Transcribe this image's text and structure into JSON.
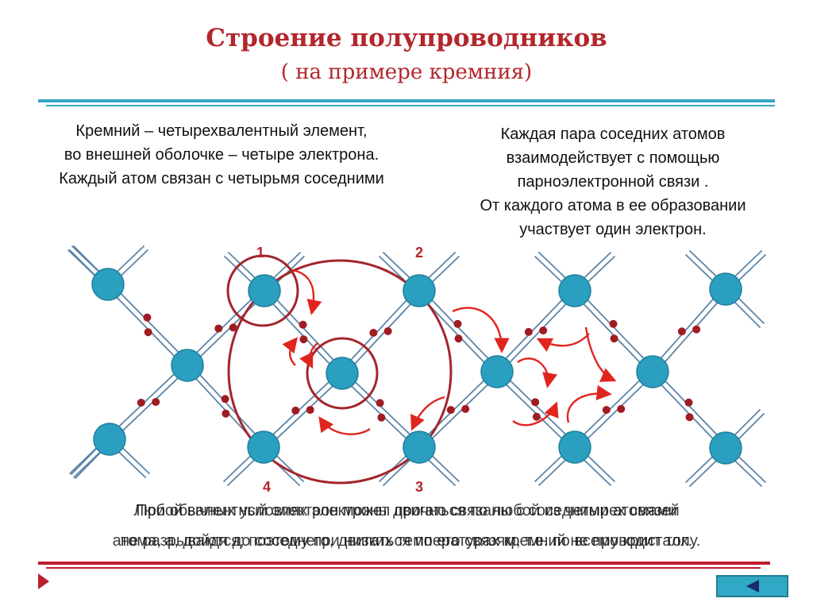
{
  "slide": {
    "title": "Строение полупроводников",
    "subtitle": "( на примере кремния)",
    "left_text": "Кремний – четырехвалентный элемент,\nво внешней оболочке – четыре  электрона.\nКаждый атом связан с четырьмя соседними",
    "right_text": "Каждая пара соседних атомов\nвзаимодействует  с помощью\nпарноэлектронной связи .\nОт каждого атома  в ее образовании\nучаствует  один электрон.",
    "bottom_line_1a": "Любой валентный электрон может двигаться по любой из четырех связей",
    "bottom_line_1b": "При обычных условиях электроны прочно связаны с соседними атомами",
    "bottom_line_2a": "атома, а, дойдя до соседнего, двигаться по его связям, т.е. по всему кристаллу.",
    "bottom_line_2b": "не разрываются; поэтому при низких температурах кремний не проводит ток.",
    "labels": {
      "n1": "1",
      "n2": "2",
      "n3": "3",
      "n4": "4"
    },
    "nav_icon": "back-arrow-icon",
    "colors": {
      "title": "#b3262c",
      "atom": "#2b9fbf",
      "electron": "#a01c24",
      "circle": "#a3262c",
      "arrow": "#e0251f",
      "bond": "#5c85a8",
      "rule_teal": "#37a6c6",
      "rule_red": "#bf1e2e"
    }
  }
}
